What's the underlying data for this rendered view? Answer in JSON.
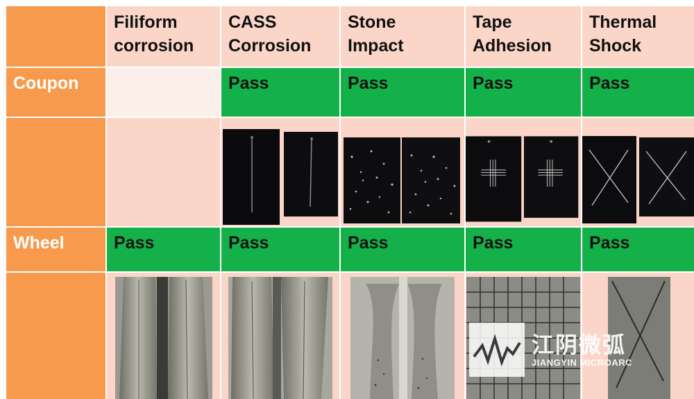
{
  "headers": [
    "Filiform\ncorrosion",
    "CASS\nCorrosion",
    "Stone\nImpact",
    "Tape\nAdhesion",
    "Thermal\nShock"
  ],
  "rows": {
    "coupon": {
      "label": "Coupon",
      "results": [
        "",
        "Pass",
        "Pass",
        "Pass",
        "Pass"
      ]
    },
    "wheel": {
      "label": "Wheel",
      "results": [
        "Pass",
        "Pass",
        "Pass",
        "Pass",
        "Pass"
      ]
    }
  },
  "photos": {
    "coupon": [
      "",
      "scribed black panels",
      "chipped black panels",
      "cross-hatched black panels",
      "X-scribed black panels"
    ],
    "wheel": [
      "wheel spoke sections",
      "wheel spoke sections",
      "wheel spoke sections",
      "cross-hatch grid on silver wheel",
      "X-scribe on silver wheel"
    ]
  },
  "watermark": {
    "chinese": "江阴微弧",
    "english": "JIANGYIN MICROARC"
  },
  "colors": {
    "header_orange": "#f79a4d",
    "cell_peach": "#fbd6c8",
    "pass_green": "#14b14b"
  }
}
